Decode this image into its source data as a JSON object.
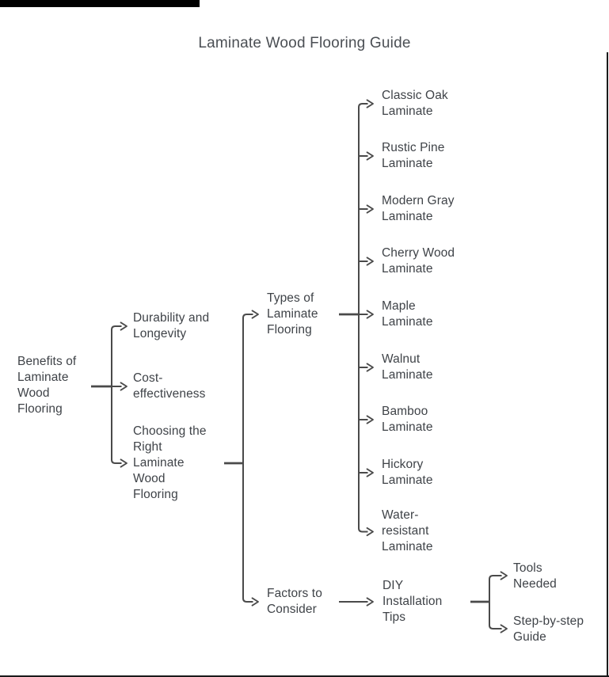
{
  "title": "Laminate Wood Flooring Guide",
  "colors": {
    "text": "#3f4348",
    "line": "#4a4a4a",
    "title": "#4b4f54",
    "frame": "#000000"
  },
  "nodes": {
    "root": {
      "label": "Benefits of\nLaminate\nWood\nFlooring"
    },
    "durability": {
      "label": "Durability and\nLongevity"
    },
    "cost": {
      "label": "Cost-\neffectiveness"
    },
    "choosing": {
      "label": "Choosing the\nRight\nLaminate\nWood\nFlooring"
    },
    "types": {
      "label": "Types of\nLaminate\nFlooring"
    },
    "factors": {
      "label": "Factors to\nConsider"
    },
    "classic_oak": {
      "label": "Classic Oak\nLaminate"
    },
    "rustic_pine": {
      "label": "Rustic Pine\nLaminate"
    },
    "modern_gray": {
      "label": "Modern Gray\nLaminate"
    },
    "cherry_wood": {
      "label": "Cherry Wood\nLaminate"
    },
    "maple": {
      "label": "Maple\nLaminate"
    },
    "walnut": {
      "label": "Walnut\nLaminate"
    },
    "bamboo": {
      "label": "Bamboo\nLaminate"
    },
    "hickory": {
      "label": "Hickory\nLaminate"
    },
    "water_resistant": {
      "label": "Water-\nresistant\nLaminate"
    },
    "diy": {
      "label": "DIY\nInstallation\nTips"
    },
    "tools": {
      "label": "Tools\nNeeded"
    },
    "step": {
      "label": "Step-by-step\nGuide"
    }
  },
  "edges": [
    {
      "from": "root",
      "to": "durability"
    },
    {
      "from": "root",
      "to": "cost"
    },
    {
      "from": "root",
      "to": "choosing"
    },
    {
      "from": "choosing",
      "to": "types"
    },
    {
      "from": "choosing",
      "to": "factors"
    },
    {
      "from": "types",
      "to": "classic_oak"
    },
    {
      "from": "types",
      "to": "rustic_pine"
    },
    {
      "from": "types",
      "to": "modern_gray"
    },
    {
      "from": "types",
      "to": "cherry_wood"
    },
    {
      "from": "types",
      "to": "maple"
    },
    {
      "from": "types",
      "to": "walnut"
    },
    {
      "from": "types",
      "to": "bamboo"
    },
    {
      "from": "types",
      "to": "hickory"
    },
    {
      "from": "types",
      "to": "water_resistant"
    },
    {
      "from": "factors",
      "to": "diy"
    },
    {
      "from": "diy",
      "to": "tools"
    },
    {
      "from": "diy",
      "to": "step"
    }
  ]
}
